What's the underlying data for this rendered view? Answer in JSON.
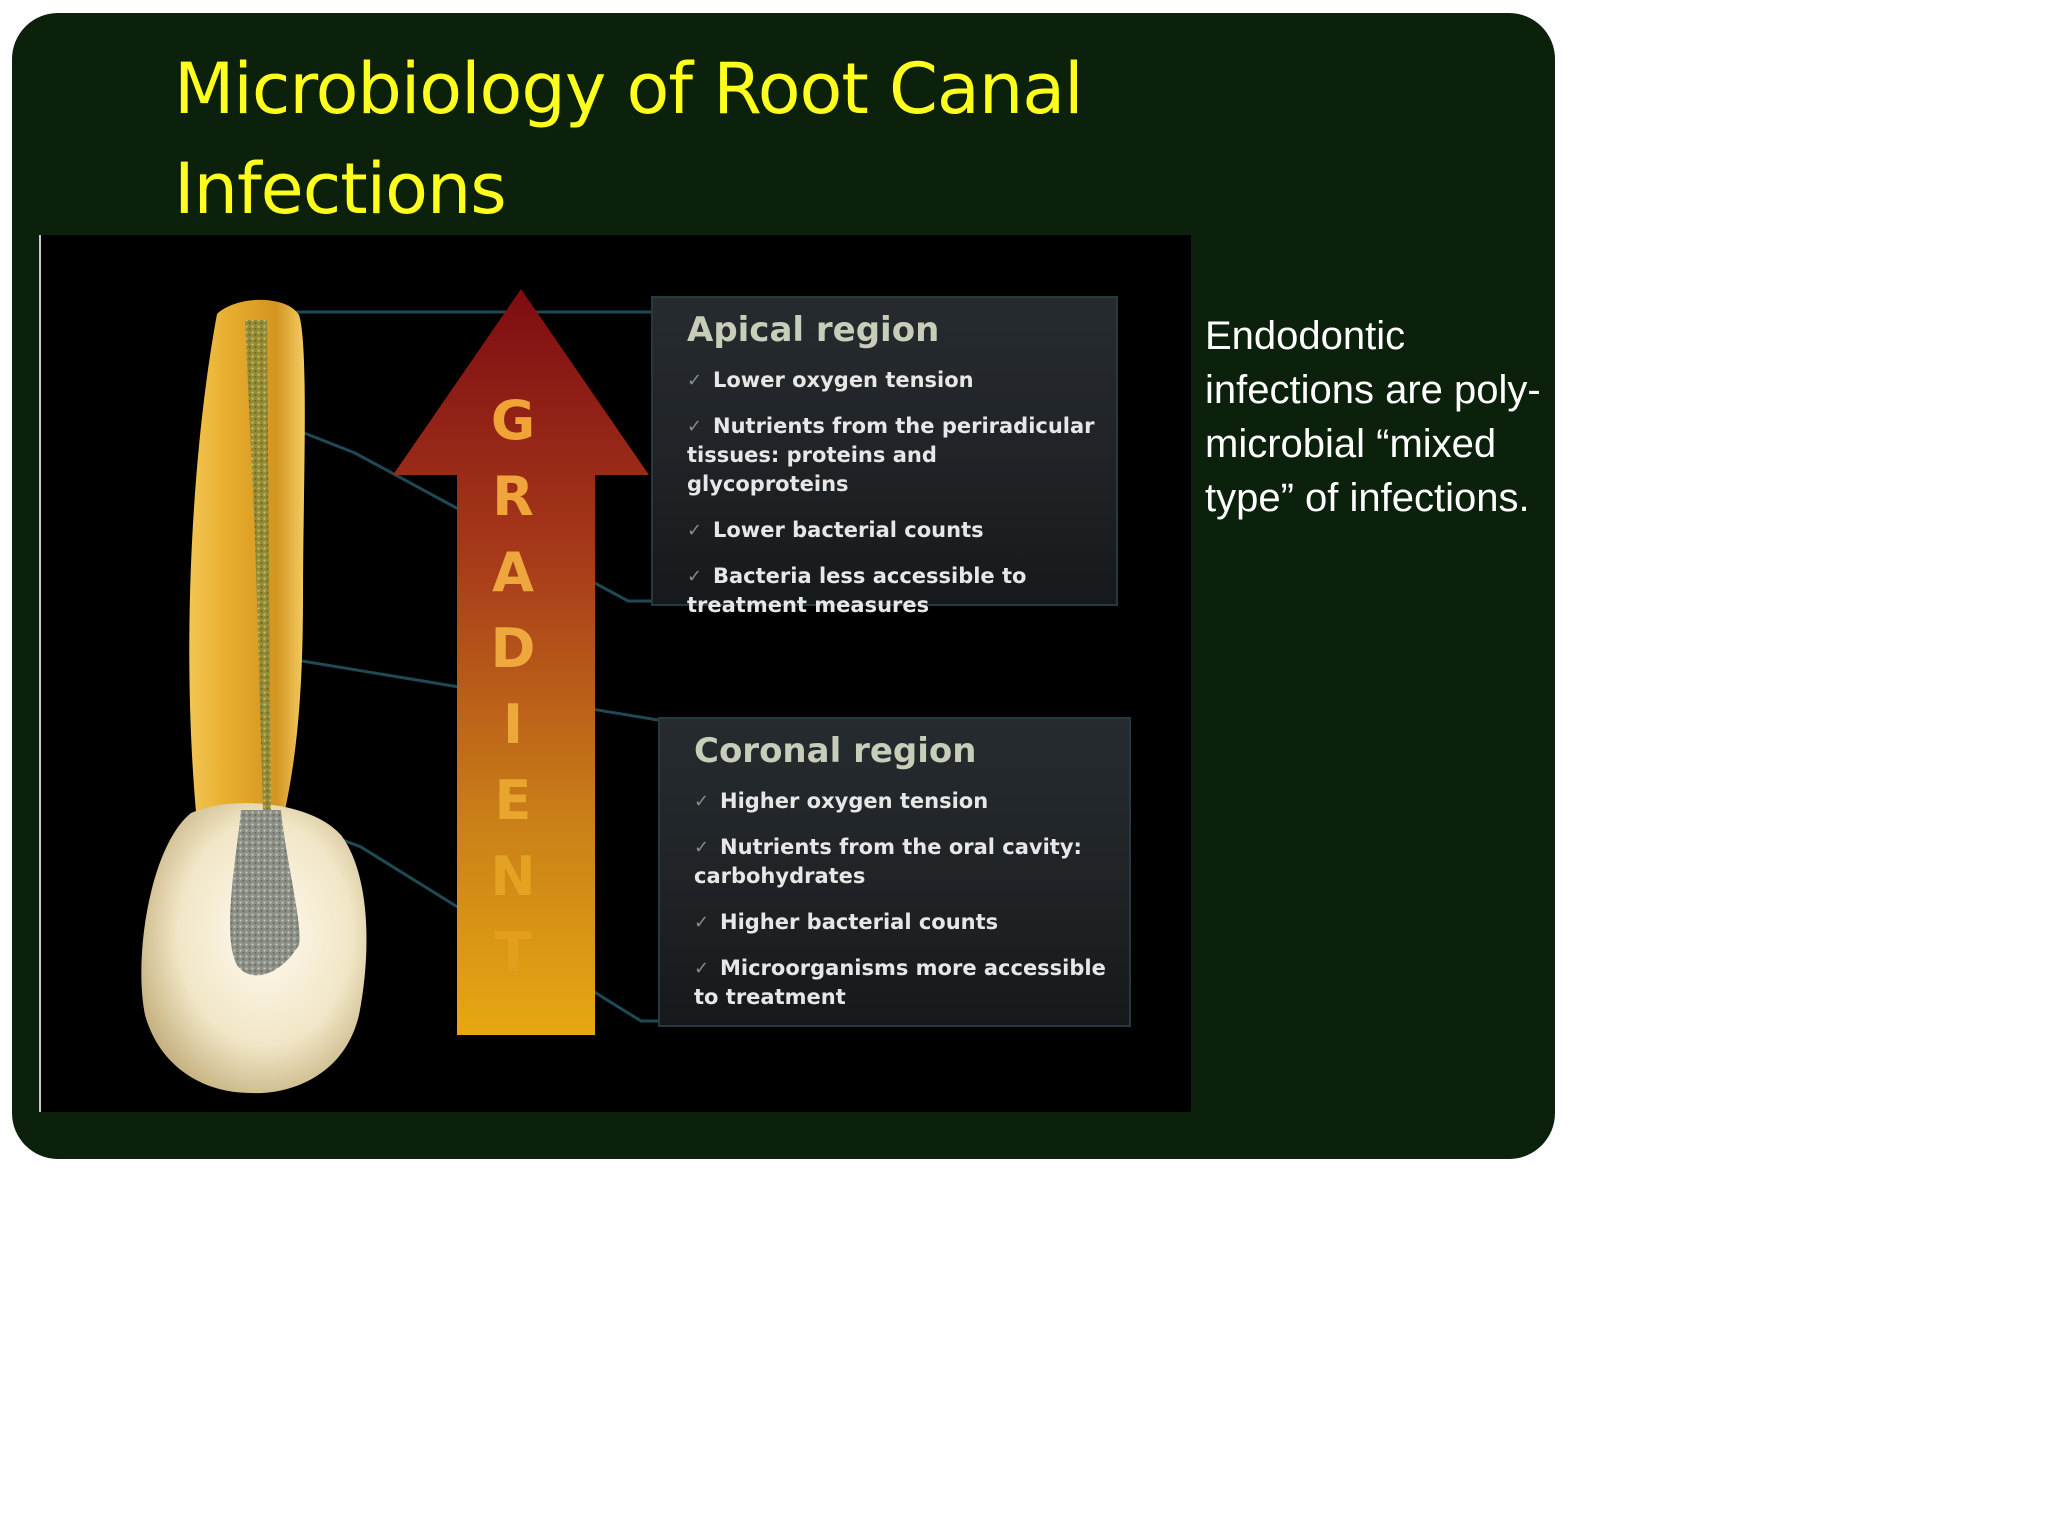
{
  "slide": {
    "title": "Microbiology of Root Canal Infections",
    "side_note": "Endodontic infections are poly-microbial “mixed type” of infections."
  },
  "figure": {
    "arrow_label_letters": [
      "G",
      "R",
      "A",
      "D",
      "I",
      "E",
      "N",
      "T"
    ],
    "apical_region": {
      "heading": "Apical region",
      "items": [
        "Lower oxygen tension",
        "Nutrients from the periradicular tissues: proteins and glycoproteins",
        "Lower bacterial counts",
        "Bacteria less accessible to treatment measures"
      ]
    },
    "coronal_region": {
      "heading": "Coronal region",
      "items": [
        "Higher oxygen tension",
        "Nutrients from the oral cavity: carbohydrates",
        "Higher bacterial counts",
        "Microorganisms more accessible to treatment"
      ]
    },
    "check_icon": "check-icon",
    "colors": {
      "title": "#ffff1e",
      "slide_background": "#0c210c",
      "arrow_top": "#8a1212",
      "arrow_bottom": "#e6a812",
      "tooth_root": "#e9b635",
      "tooth_crown": "#f3ead2",
      "leader_lines": "#1f4a55"
    }
  }
}
